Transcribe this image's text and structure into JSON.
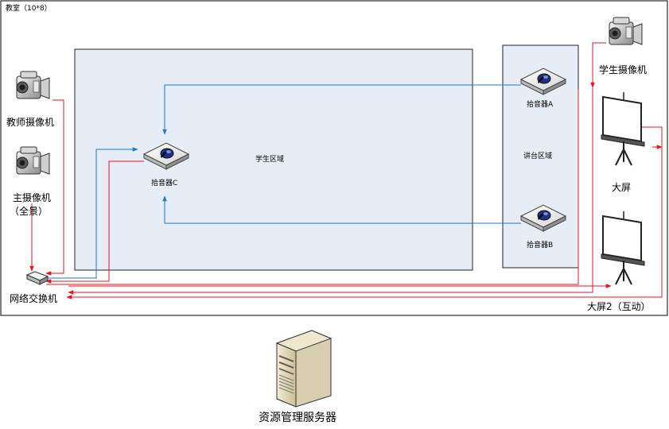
{
  "classroom": {
    "title": "教室（10*8）"
  },
  "zones": {
    "student_area": "学生区域",
    "podium_area": "讲台区域"
  },
  "devices": {
    "teacher_camera": "教师摄像机",
    "main_camera_line1": "主摄像机",
    "main_camera_line2": "（全景）",
    "student_camera": "学生摄像机",
    "big_screen": "大屏",
    "big_screen_2": "大屏2（互动）",
    "network_switch": "网络交换机",
    "pickup_a": "拾音器A",
    "pickup_b": "拾音器B",
    "pickup_c": "拾音器C",
    "resource_server": "资源管理服务器"
  },
  "colors": {
    "video_line": "#e8141b",
    "audio_line": "#1e78d2",
    "zone_fill": "#e7edf6"
  },
  "icons": [
    "camera-icon",
    "microphone-icon",
    "projection-screen-icon",
    "switch-icon",
    "server-icon"
  ]
}
